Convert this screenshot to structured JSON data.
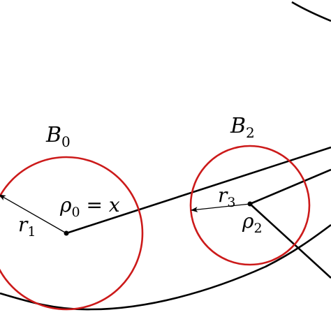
{
  "colors": {
    "ball_stroke": "#cc1a1a",
    "curve_stroke": "#000000",
    "background": "#ffffff"
  },
  "labels": {
    "ball0": {
      "base": "B",
      "sub": "0"
    },
    "ball2": {
      "base": "B",
      "sub": "2"
    },
    "rho0": {
      "base": "ρ",
      "sub": "0",
      "rest": " = x"
    },
    "rho2": {
      "base": "ρ",
      "sub": "2"
    },
    "r1": {
      "base": "r",
      "sub": "1"
    },
    "r3": {
      "base": "r",
      "sub": "3"
    }
  }
}
